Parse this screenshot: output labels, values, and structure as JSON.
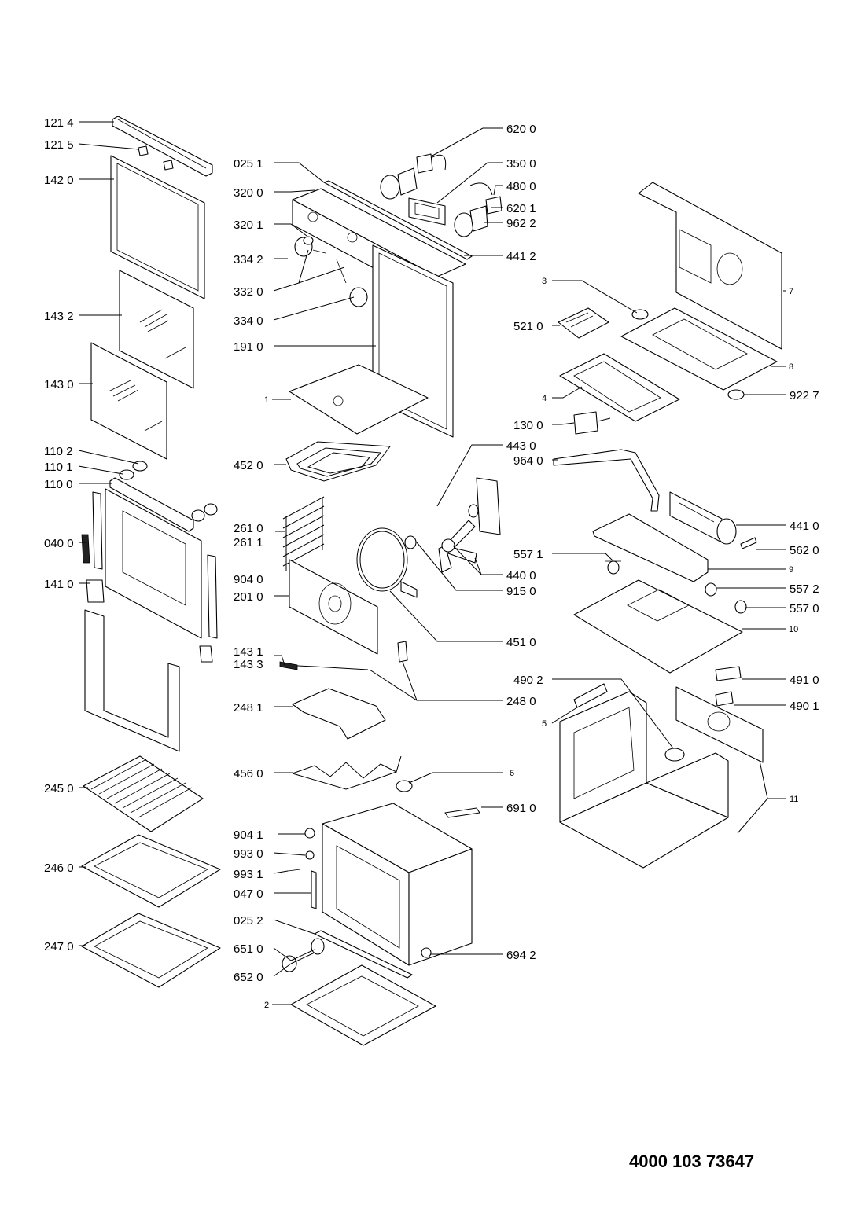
{
  "labels": {
    "p1214": "121 4",
    "p1215": "121 5",
    "p1420": "142 0",
    "p1432": "143 2",
    "p1430": "143 0",
    "p1102": "110 2",
    "p1101": "110 1",
    "p1100": "110 0",
    "p0400": "040 0",
    "p1410": "141 0",
    "p2450": "245 0",
    "p2460": "246 0",
    "p2470": "247 0",
    "p0251": "025 1",
    "p3200": "320 0",
    "p3201": "320 1",
    "p3342": "334 2",
    "p3320": "332 0",
    "p3340": "334 0",
    "p1910": "191 0",
    "p1": "1",
    "p4520": "452 0",
    "p2610": "261 0",
    "p2611": "261 1",
    "p9040": "904 0",
    "p2010": "201 0",
    "p1431": "143 1",
    "p1433": "143 3",
    "p2481": "248 1",
    "p4560": "456 0",
    "p9041": "904 1",
    "p9930": "993 0",
    "p9931": "993 1",
    "p0470": "047 0",
    "p0252": "025 2",
    "p6510": "651 0",
    "p6520": "652 0",
    "p2": "2",
    "p6200": "620 0",
    "p3500": "350 0",
    "p4800": "480 0",
    "p6201": "620 1",
    "p9622": "962 2",
    "p4412": "441 2",
    "p3": "3",
    "p7": "7",
    "p5210": "521 0",
    "p8": "8",
    "p4": "4",
    "p9227": "922 7",
    "p1300": "130 0",
    "p4430": "443 0",
    "p9640": "964 0",
    "p4410": "441 0",
    "p5620": "562 0",
    "p5571": "557 1",
    "p4400": "440 0",
    "p9": "9",
    "p5572": "557 2",
    "p9150": "915 0",
    "p5570": "557 0",
    "p10": "10",
    "p4510": "451 0",
    "p4902": "490 2",
    "p4910": "491 0",
    "p2480": "248 0",
    "p5": "5",
    "p4901": "490 1",
    "p6": "6",
    "p11": "11",
    "p6910": "691 0",
    "p6942": "694 2"
  },
  "document_number": "4000 103 73647"
}
